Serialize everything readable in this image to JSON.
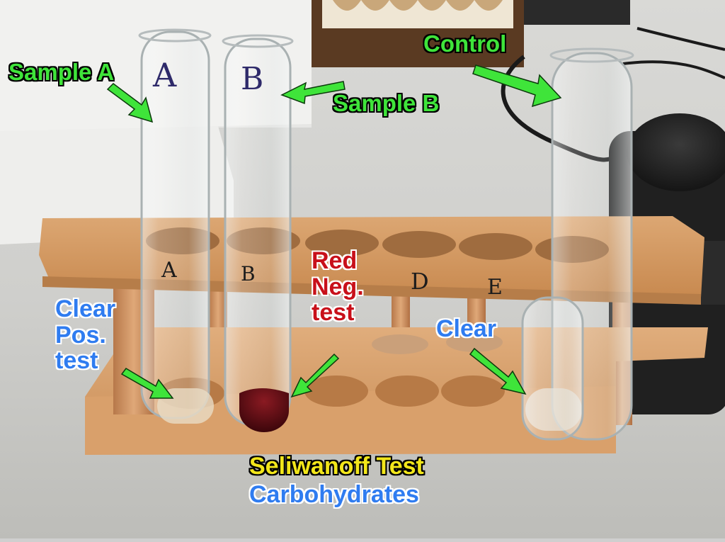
{
  "labels": {
    "sample_a": "Sample A",
    "sample_b": "Sample B",
    "control": "Control",
    "clear_pos": [
      "Clear",
      "Pos.",
      "test"
    ],
    "red_neg": [
      "Red",
      "Neg.",
      "test"
    ],
    "clear": "Clear",
    "title": "Seliwanoff Test",
    "subtitle": "Carbohydrates"
  },
  "tube_marks": {
    "top_a": "A",
    "top_b": "B",
    "rack_a": "A",
    "rack_b": "B",
    "rack_d": "D",
    "rack_e": "E"
  },
  "colors": {
    "arrow_green": "#3fe43a",
    "label_blue": "#2f7cf0",
    "label_red": "#c8101a",
    "title_yellow": "#f2e61a",
    "wood": "#d49a62",
    "red_solution": "#5a0b12"
  }
}
